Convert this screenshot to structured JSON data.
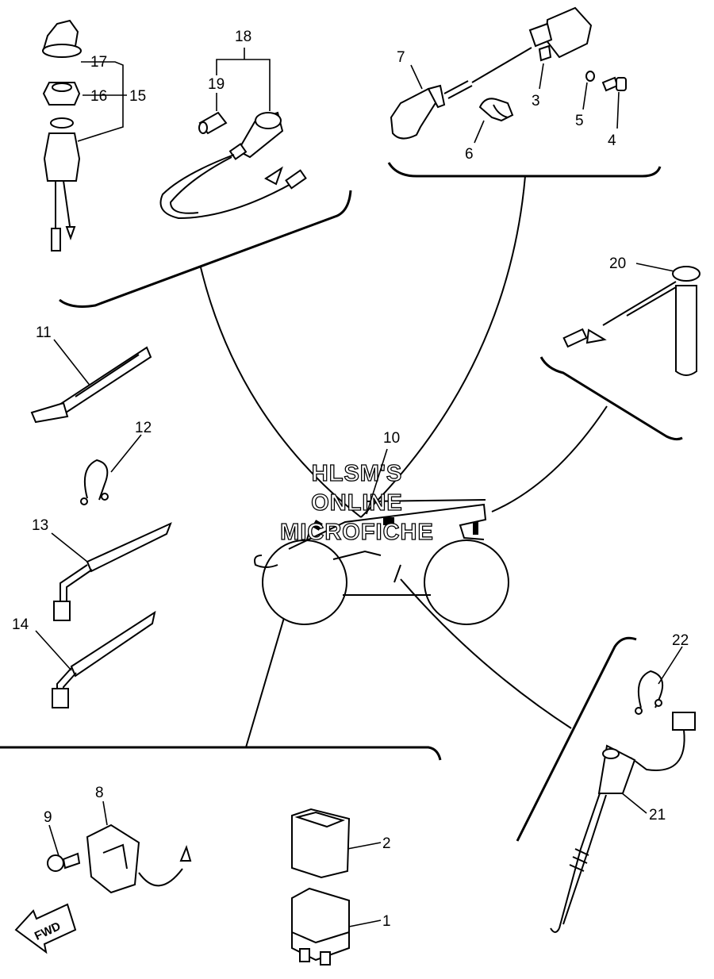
{
  "labels": {
    "p1": "1",
    "p2": "2",
    "p3": "3",
    "p4": "4",
    "p5": "5",
    "p6": "6",
    "p7": "7",
    "p8": "8",
    "p9": "9",
    "p10": "10",
    "p11": "11",
    "p12": "12",
    "p13": "13",
    "p14": "14",
    "p15": "15",
    "p16": "16",
    "p17": "17",
    "p18": "18",
    "p19": "19",
    "p20": "20",
    "p21": "21",
    "p22": "22"
  },
  "watermark": {
    "line1": "HLSM'S",
    "line2": "ONLINE",
    "line3": "MICROFICHE"
  },
  "fwd_arrow": "FWD"
}
